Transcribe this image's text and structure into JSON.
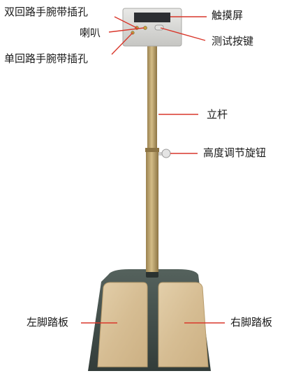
{
  "labels": {
    "dual_wrist_jack": "双回路手腕带插孔",
    "speaker": "喇叭",
    "single_wrist_jack": "单回路手腕带插孔",
    "touch_screen": "触摸屏",
    "test_button": "测试按键",
    "pole": "立杆",
    "height_knob": "高度调节旋钮",
    "left_pedal": "左脚踏板",
    "right_pedal": "右脚踏板"
  },
  "colors": {
    "leader_line": "#d9372b",
    "pedal_frame": "#3e4b47",
    "pedal_plate": "#d9c19a",
    "pole": "#b79e66",
    "head_unit": "#d8d8d6",
    "screen": "#2d2f33"
  }
}
